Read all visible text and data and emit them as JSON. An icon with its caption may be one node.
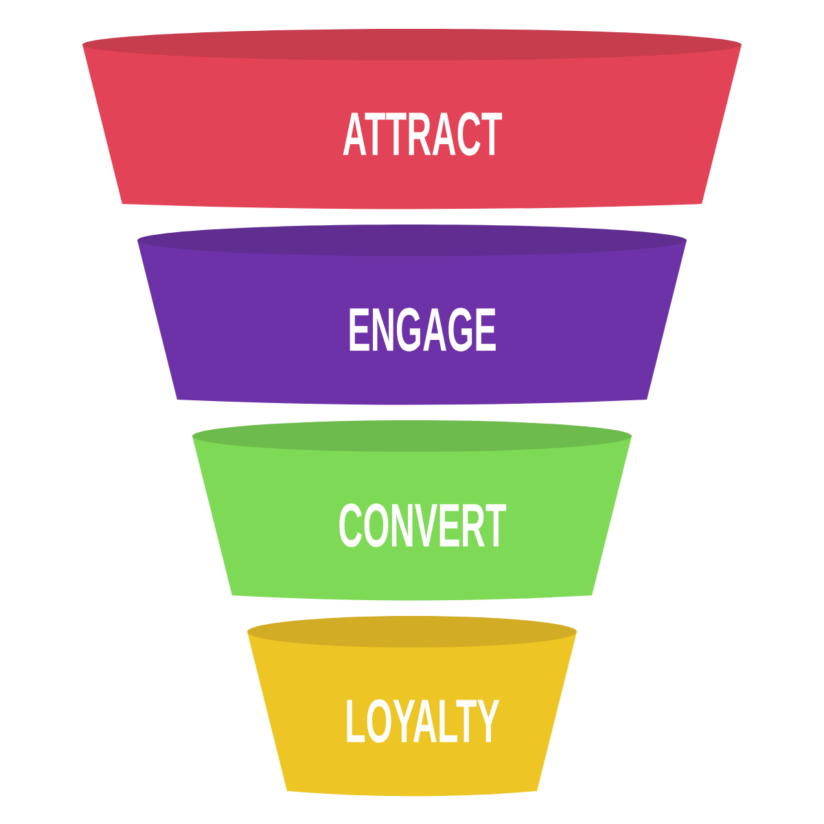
{
  "diagram": {
    "nodes": [
      {
        "text": [
          "ATTRACT"
        ]
      },
      {
        "text": [
          "ENGAGE"
        ]
      },
      {
        "text": [
          "CONVERT"
        ]
      },
      {
        "text": [
          "LOYALTY"
        ]
      }
    ]
  }
}
